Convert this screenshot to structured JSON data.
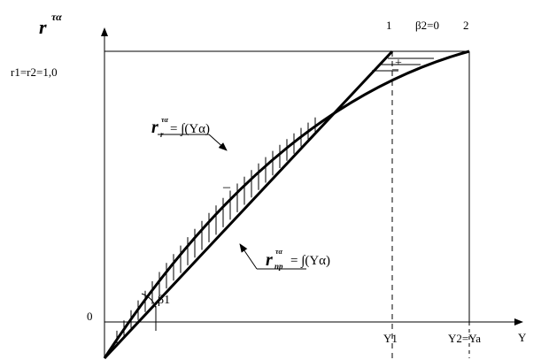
{
  "axis": {
    "y_symbol": "r",
    "y_super": "τα",
    "x_label": "Y",
    "origin_label": "0"
  },
  "params": {
    "r_equal": "r1=r2=1,0",
    "beta2": "β2=0"
  },
  "top_marks": {
    "one": "1",
    "two": "2"
  },
  "ticks": {
    "y1": "Y1",
    "y2": "Y2=Ya"
  },
  "angle_label": "β1",
  "signs": {
    "minus_lower": "–",
    "minus_upper": "–",
    "plus": "+"
  },
  "formula_r": {
    "sym": "r",
    "sub": "r",
    "sup": "τα",
    "rhs": "= ∫(Yα)"
  },
  "formula_np": {
    "sym": "r",
    "sub": "np",
    "sup": "τα",
    "rhs": "= ∫(Yα)"
  }
}
